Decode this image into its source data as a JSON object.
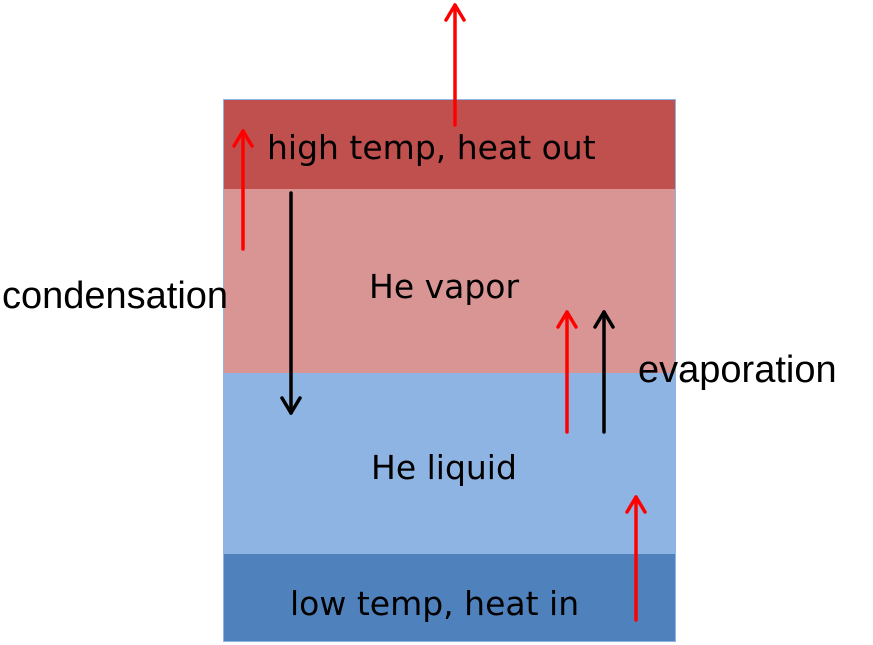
{
  "layers": {
    "top": {
      "label": "high temp, heat out",
      "color": "#c0504d"
    },
    "vapor": {
      "label": "He vapor",
      "color": "#d99594"
    },
    "liquid": {
      "label": "He liquid",
      "color": "#8eb4e3"
    },
    "bottom": {
      "label": "low temp, heat in",
      "color": "#4f81bd"
    }
  },
  "labels": {
    "condensation": "condensation",
    "evaporation": "evaporation"
  },
  "arrows": {
    "heat_color": "#ff0000",
    "phase_color": "#000000"
  }
}
